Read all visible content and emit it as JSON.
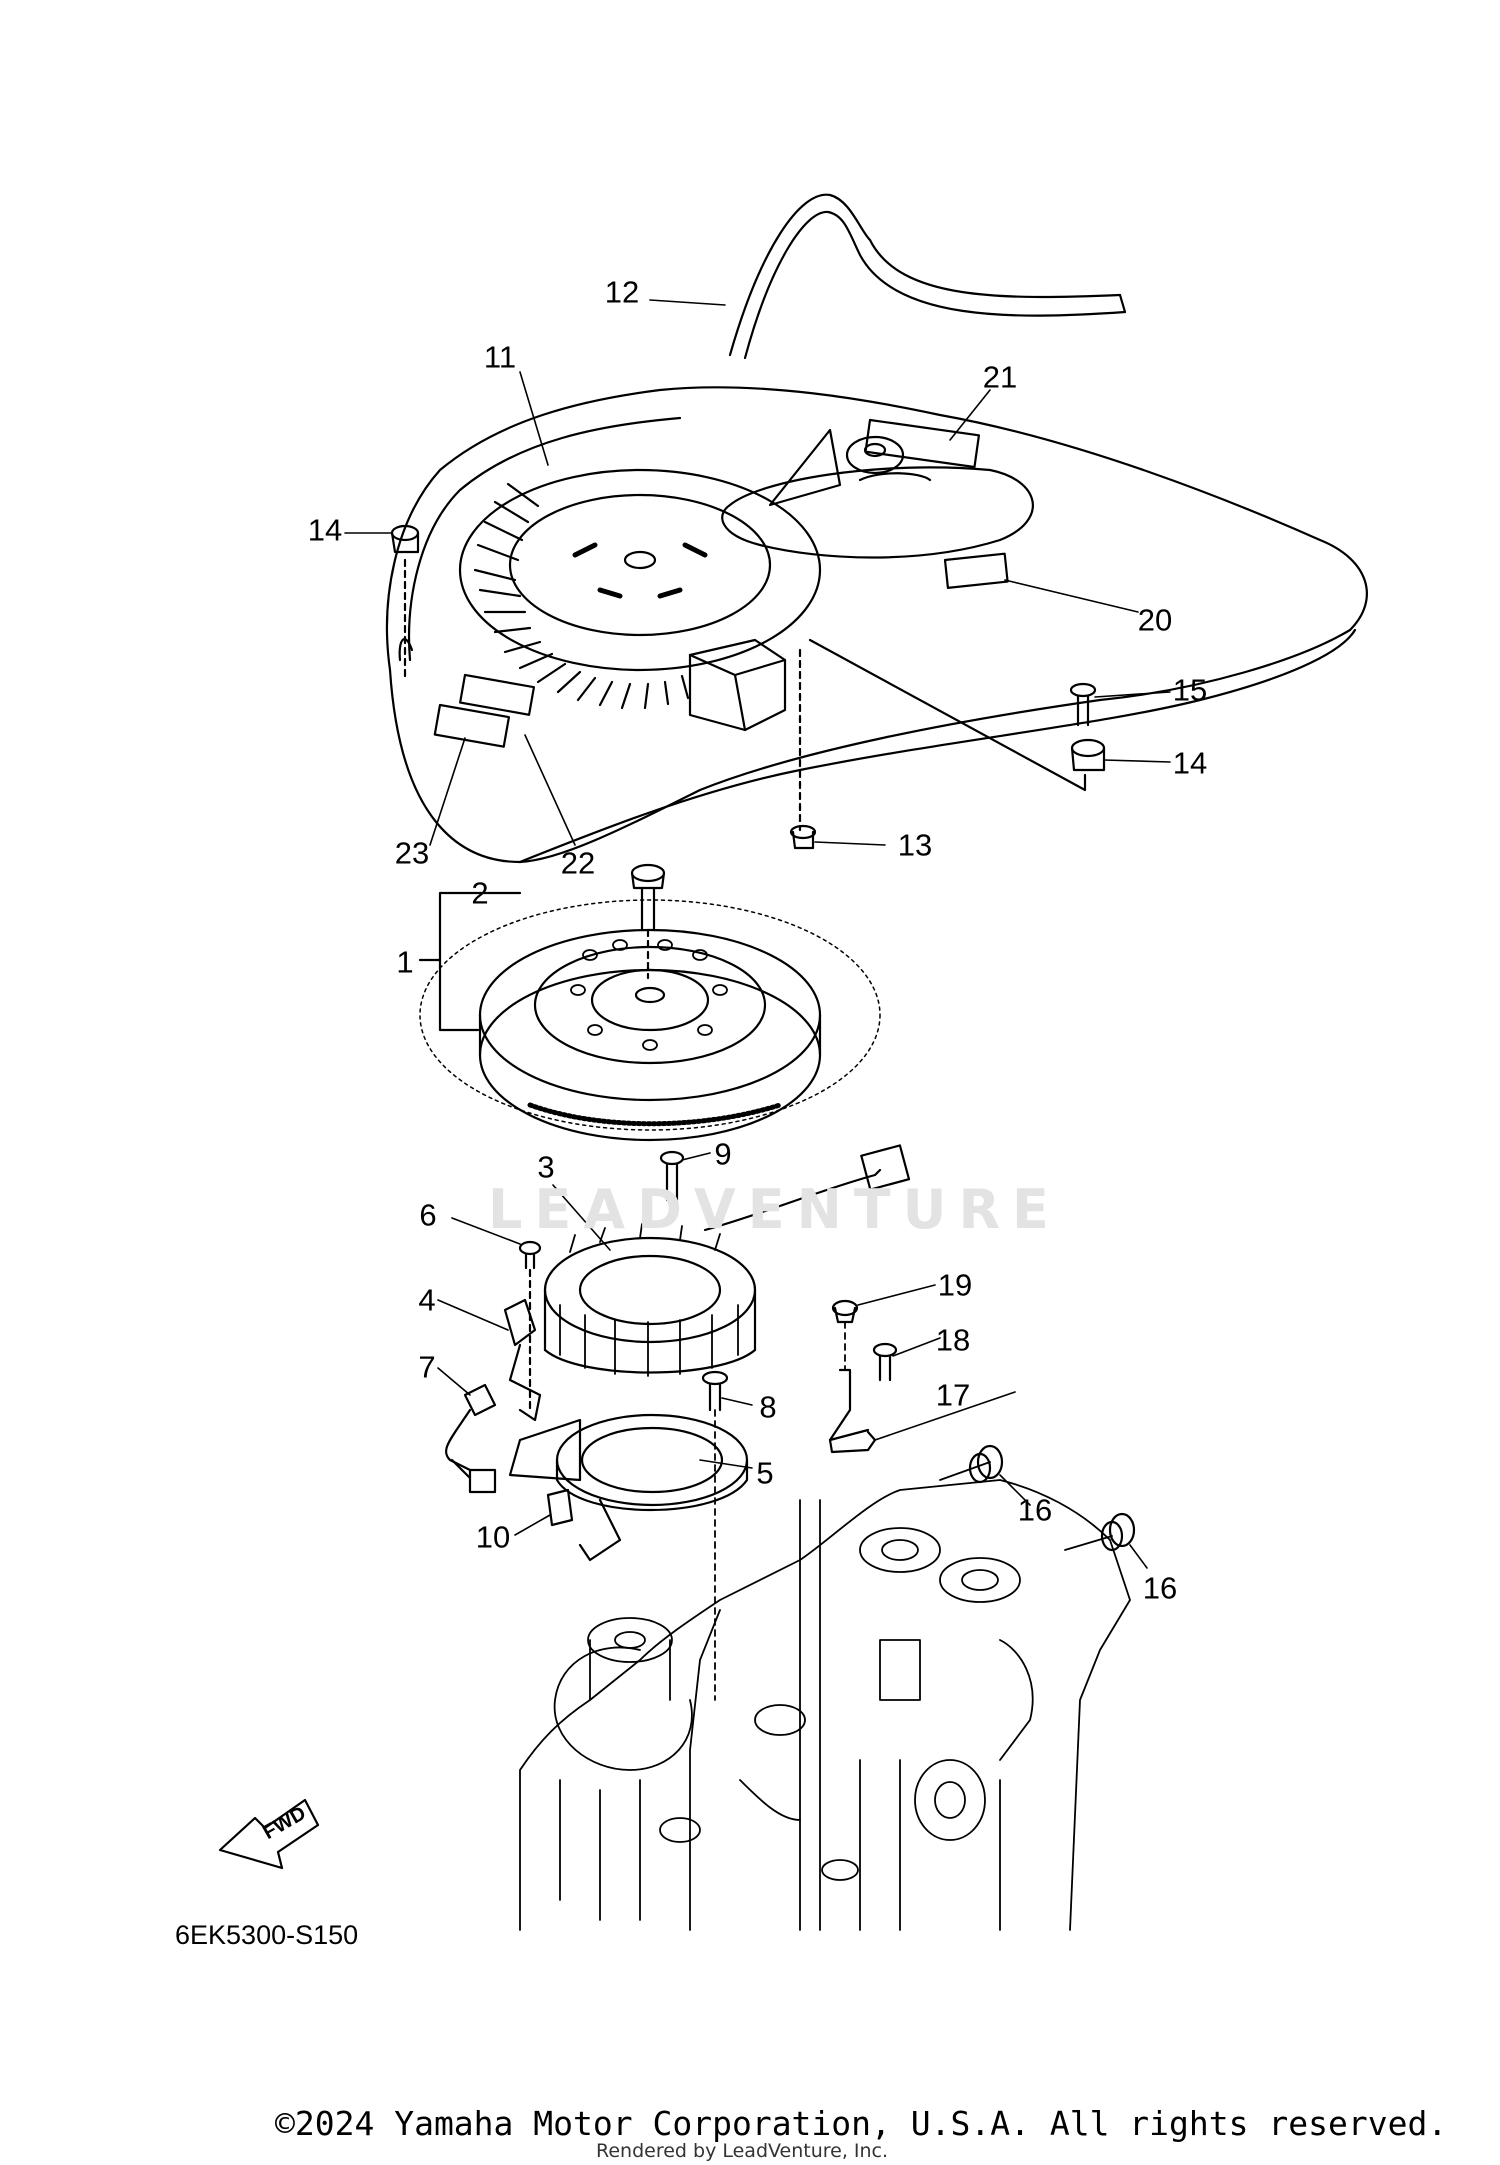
{
  "diagram": {
    "code": "6EK5300-S150",
    "watermark": "LEADVENTURE",
    "direction_label": "FWD",
    "copyright": "©2024 Yamaha Motor Corporation, U.S.A. All rights reserved.",
    "renderer": "Rendered by LeadVenture, Inc.",
    "callouts": [
      "1",
      "2",
      "3",
      "4",
      "5",
      "6",
      "7",
      "8",
      "9",
      "10",
      "11",
      "12",
      "13",
      "14",
      "14",
      "15",
      "16",
      "16",
      "17",
      "18",
      "19",
      "20",
      "21",
      "22",
      "23"
    ],
    "colors": {
      "line": "#000000",
      "watermark": "#e3e3e3",
      "background": "#ffffff"
    }
  }
}
